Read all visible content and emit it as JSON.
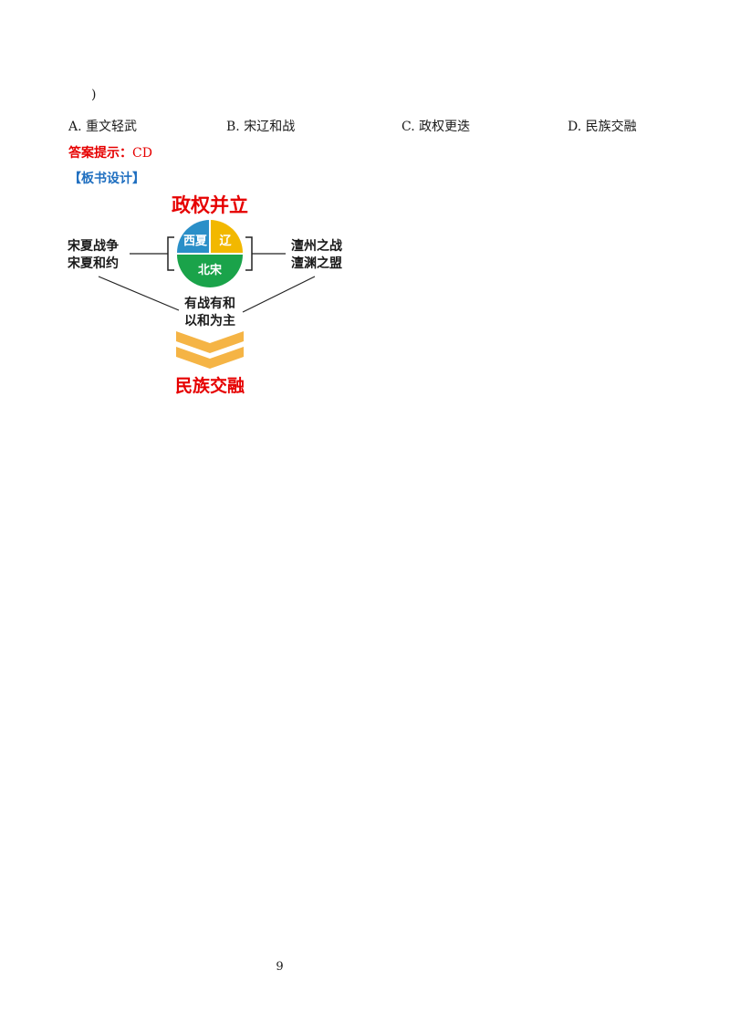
{
  "question": {
    "closing_paren": ")",
    "options": [
      {
        "letter": "A.",
        "text": "重文轻武"
      },
      {
        "letter": "B.",
        "text": "宋辽和战"
      },
      {
        "letter": "C.",
        "text": "政权更迭"
      },
      {
        "letter": "D.",
        "text": "民族交融"
      }
    ]
  },
  "answer": {
    "label": "答案提示：",
    "value": "CD"
  },
  "board": {
    "heading": "【板书设计】",
    "title": "政权并立",
    "circle": {
      "west_xia": "西夏",
      "liao": "辽",
      "north_song": "北宋"
    },
    "left_lines": [
      "宋夏战争",
      "宋夏和约"
    ],
    "right_lines": [
      "澶州之战",
      "澶渊之盟"
    ],
    "center_lines": [
      "有战有和",
      "以和为主"
    ],
    "conclusion": "民族交融",
    "colors": {
      "red": "#e60000",
      "west_xia": "#2a8fc8",
      "liao": "#f2b800",
      "north_song": "#1aa34a",
      "chevron": "#f5b445"
    }
  },
  "page": {
    "number": "9"
  }
}
